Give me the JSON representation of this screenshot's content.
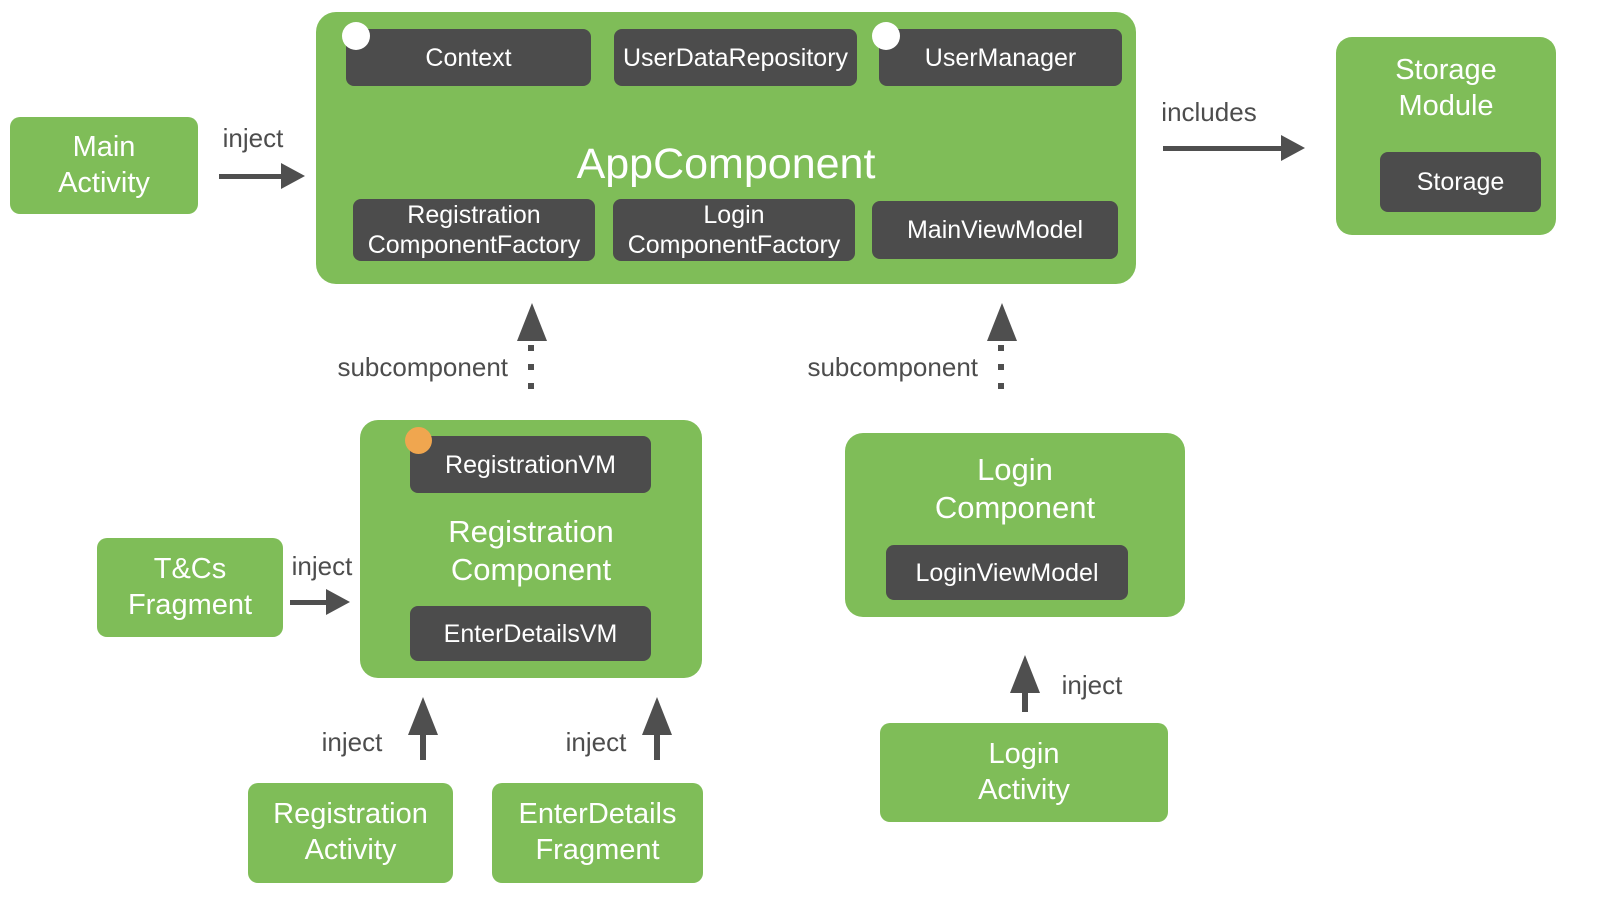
{
  "colors": {
    "component_green": "#7FBD58",
    "provided_dark": "#4C4C4C",
    "arrow_gray": "#4F4F4F",
    "label_gray": "#4D4D4D",
    "singleton_scope_dot": "#FFFFFF",
    "registration_scope_dot": "#F0A64F",
    "text_white": "#FFFFFF"
  },
  "nodes": {
    "app_component": {
      "title": "AppComponent",
      "items_top": [
        "Context",
        "UserDataRepository",
        "UserManager"
      ],
      "items_bottom": [
        "Registration\nComponentFactory",
        "Login\nComponentFactory",
        "MainViewModel"
      ]
    },
    "main_activity": {
      "label": "Main\nActivity"
    },
    "storage_module": {
      "title": "Storage\nModule",
      "item": "Storage"
    },
    "registration_component": {
      "title": "Registration\nComponent",
      "item_top": "RegistrationVM",
      "item_bottom": "EnterDetailsVM"
    },
    "tcs_fragment": {
      "label": "T&Cs\nFragment"
    },
    "registration_activity": {
      "label": "Registration\nActivity"
    },
    "enterdetails_fragment": {
      "label": "EnterDetails\nFragment"
    },
    "login_component": {
      "title": "Login\nComponent",
      "item": "LoginViewModel"
    },
    "login_activity": {
      "label": "Login\nActivity"
    }
  },
  "edges": {
    "inject_main": "inject",
    "includes": "includes",
    "subcomponent_left": "subcomponent",
    "subcomponent_right": "subcomponent",
    "inject_tcs": "inject",
    "inject_registration_activity": "inject",
    "inject_enterdetails_fragment": "inject",
    "inject_login_activity": "inject"
  }
}
